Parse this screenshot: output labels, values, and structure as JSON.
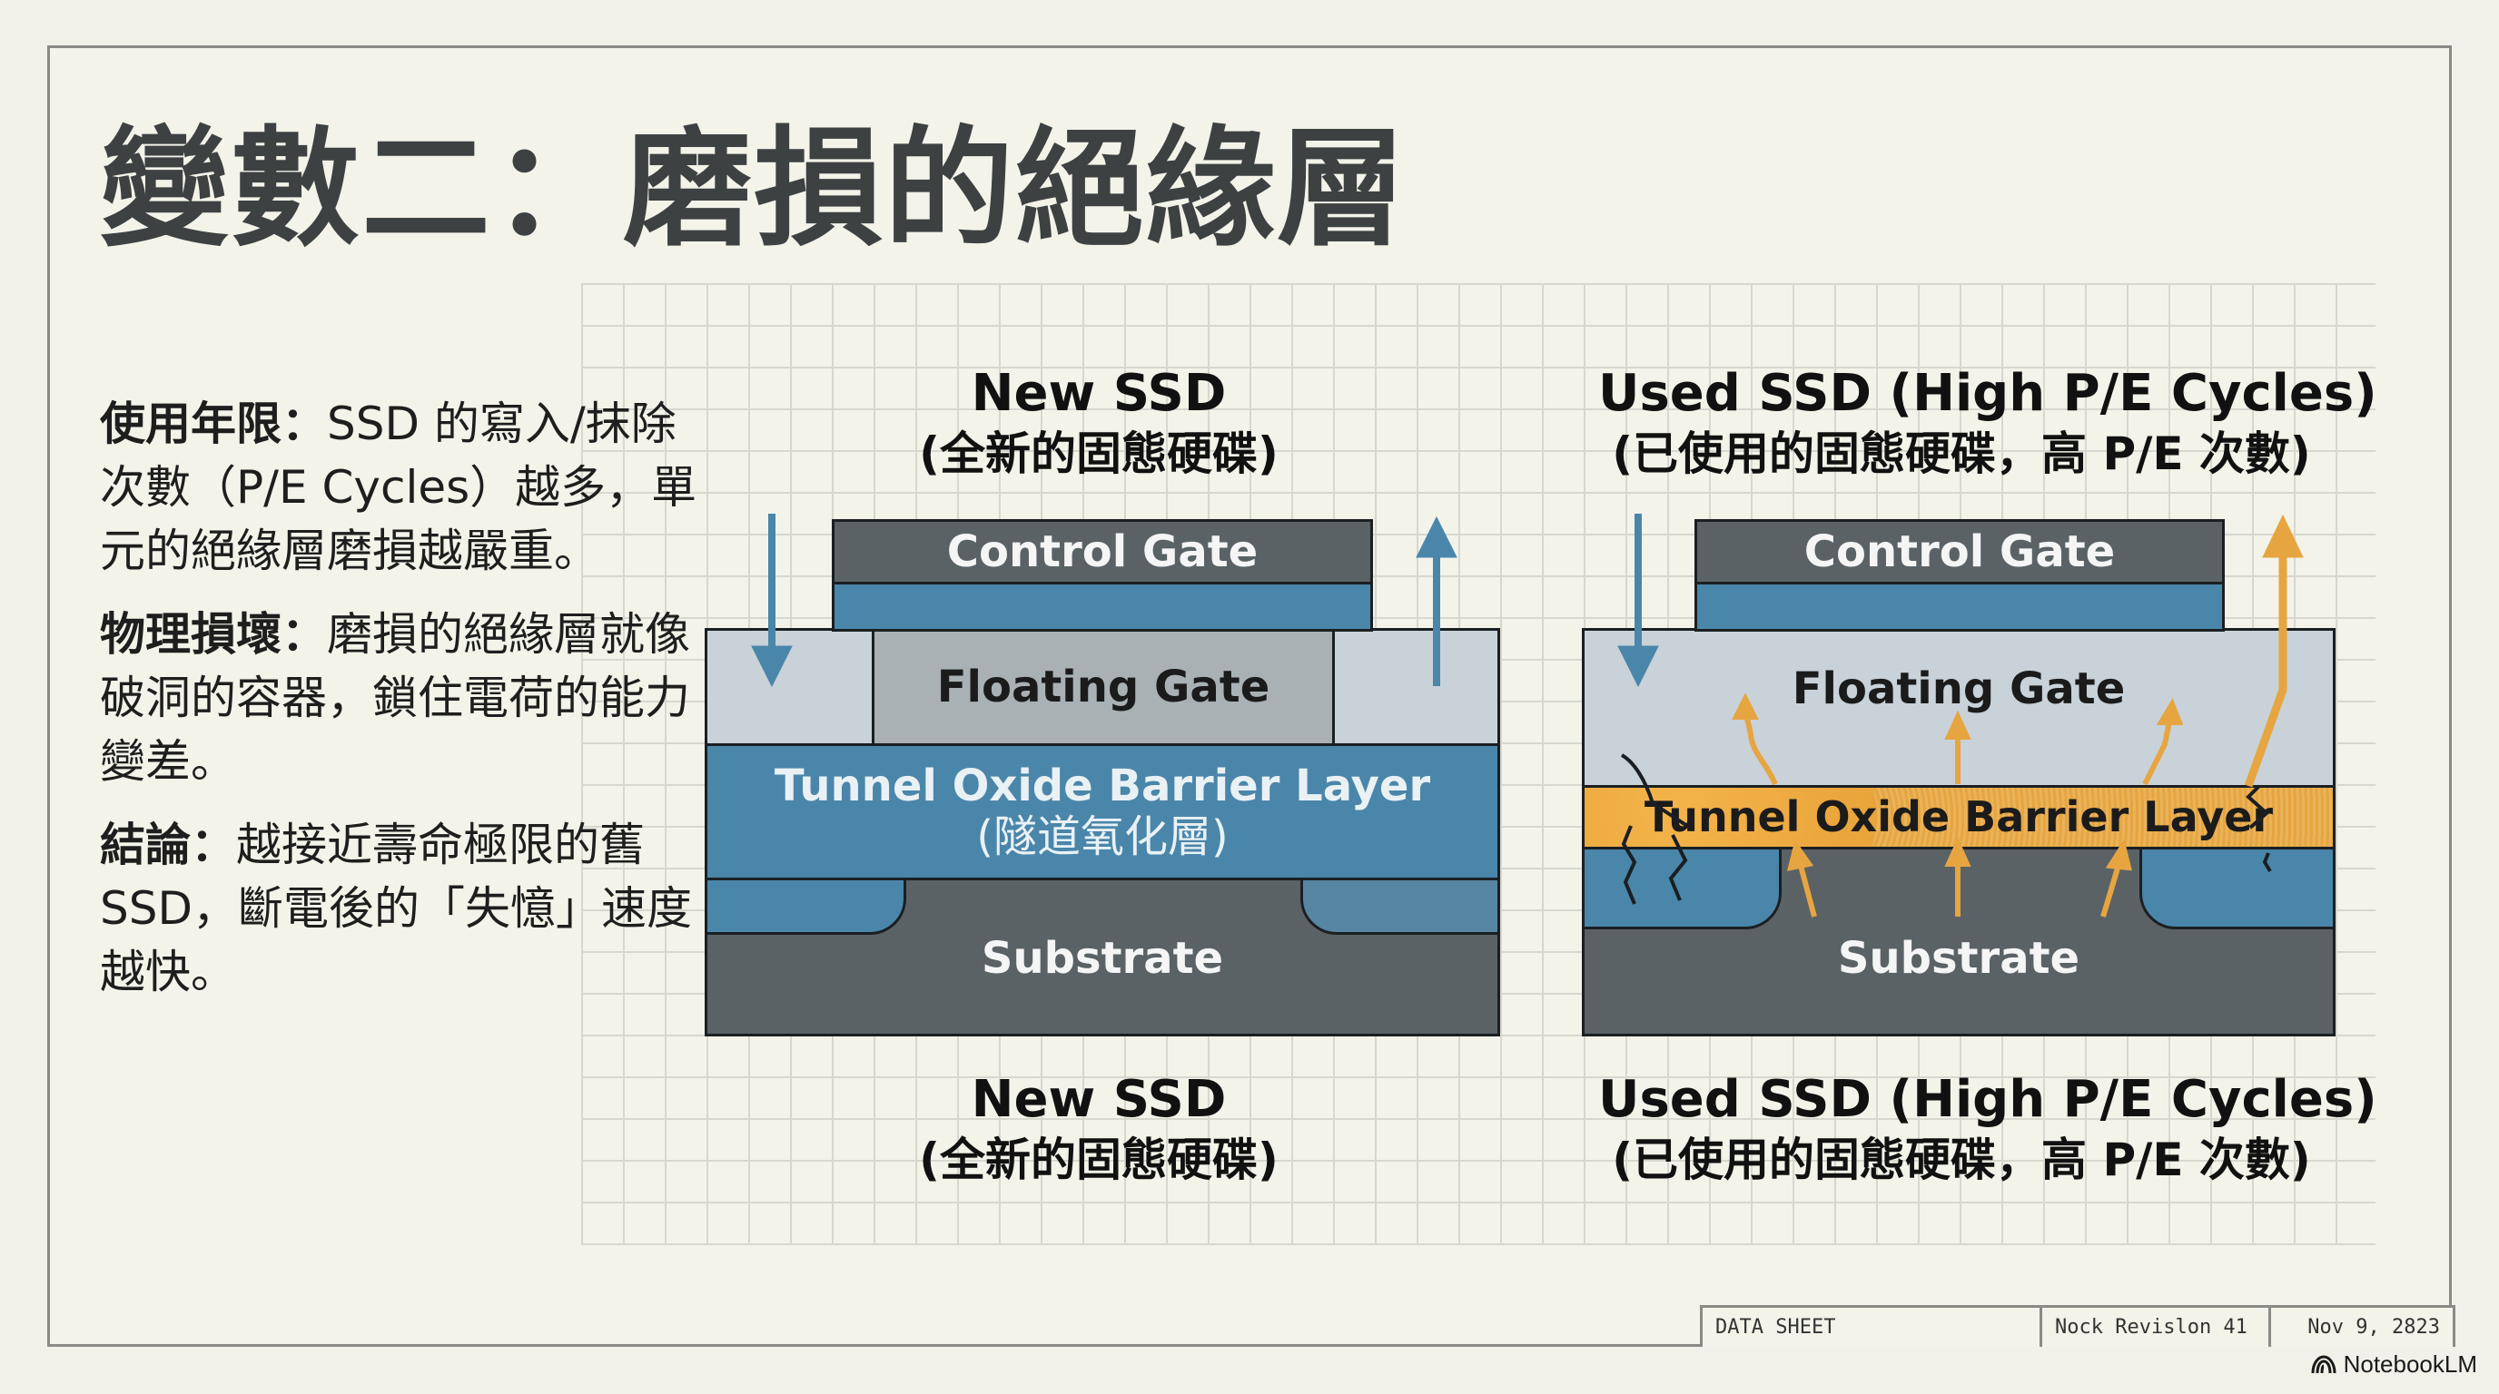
{
  "slide": {
    "title": "變數二：磨損的絕緣層",
    "bullets": [
      {
        "label": "使用年限：",
        "text": "SSD 的寫入/抹除次數（P/E Cycles）越多，單元的絕緣層磨損越嚴重。"
      },
      {
        "label": "物理損壞：",
        "text": "磨損的絕緣層就像破洞的容器，鎖住電荷的能力變差。"
      },
      {
        "label": "結論：",
        "text": "越接近壽命極限的舊 SSD，斷電後的「失憶」速度越快。"
      }
    ]
  },
  "diagrams": {
    "new": {
      "caption_top": {
        "line1": "New SSD",
        "line2": "(全新的固態硬碟)"
      },
      "caption_bottom": {
        "line1": "New SSD",
        "line2": "(全新的固態硬碟)"
      },
      "layers": {
        "control_gate": "Control Gate",
        "floating_gate": "Floating Gate",
        "tunnel_oxide": "Tunnel Oxide Barrier Layer",
        "tunnel_oxide_zh": "(隧道氧化層)",
        "substrate": "Substrate"
      },
      "arrows": [
        {
          "icon": "arrow-down-icon",
          "color": "#4a86aa"
        },
        {
          "icon": "arrow-up-icon",
          "color": "#4a86aa"
        }
      ]
    },
    "used": {
      "caption_top": {
        "line1": "Used SSD (High P/E Cycles)",
        "line2": "(已使用的固態硬碟，高 P/E 次數)"
      },
      "caption_bottom": {
        "line1": "Used SSD (High P/E Cycles)",
        "line2": "(已使用的固態硬碟，高 P/E 次數)"
      },
      "layers": {
        "control_gate": "Control Gate",
        "floating_gate": "Floating Gate",
        "tunnel_oxide": "Tunnel Oxide Barrier Layer",
        "substrate": "Substrate"
      },
      "arrows": [
        {
          "icon": "arrow-down-icon",
          "color": "#4a86aa"
        },
        {
          "icon": "leak-arrow-icon",
          "color": "#e6a540"
        }
      ]
    }
  },
  "colors": {
    "gate_dark": "#5a6266",
    "oxide_blue": "#4a86aa",
    "floating_light": "#c8d2d8",
    "floating_mid": "#a9b1b5",
    "damage_orange": "#e6a540",
    "background": "#f1f1e9"
  },
  "footer": {
    "label": "DATA SHEET",
    "revision": "Nock Revislon 41",
    "date": "Nov 9, 2823"
  },
  "brand": {
    "name": "NotebookLM"
  }
}
